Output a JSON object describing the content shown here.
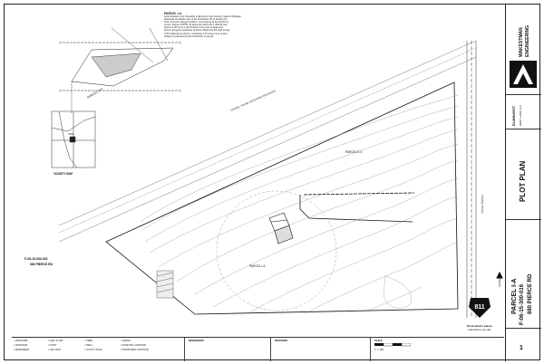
{
  "legal_description": {
    "heading": "PARCEL I-A",
    "lines": [
      "Land situated in the Township of Elmhurst, Kent County, State of Michigan,",
      "described as follows: part of the Northwest 1/4 of Section 16,",
      "Town 10 North, Range 10 West, commencing at the North 1/4",
      "corner; thence S 89°57' W along the North line 1,056.62 feet;",
      "thence S 00°12' E 1,120.33 feet to the point of beginning;",
      "thence along the centerline of Pierce Road and the right of way",
      "of the Railroad as shown; containing 4.76 acres more or less.",
      "Subject to easements and restrictions of record."
    ]
  },
  "firm": {
    "name_line1": "WAKESTMAN",
    "name_line2": "ENGINEERING"
  },
  "title_block": {
    "project": "ELMHURST",
    "client_line": "KENT LAND LLC",
    "drawing_title": "PLOT PLAN",
    "parcel_title": "PARCEL I-A",
    "parcel_id": "F-06-15-300-016",
    "address": "880 PIERCE RD",
    "sheet_number": "1"
  },
  "labels": {
    "parcel_east": "PARCEL E-4",
    "parcel_main": "PARCEL I-A",
    "railroad": "GRAND TRUNK WESTERN RAILROAD",
    "road_vertical": "PIERCE ROAD",
    "vicinity_title": "VICINITY MAP",
    "site_label": "SITE",
    "parcel_id_note": "F-06-15-300-016",
    "parcel_addr_note": "880 PIERCE RD",
    "basis_note": "BENCHMARK",
    "revisions": "REVISIONS",
    "scale": "SCALE",
    "scale_value": "1\" = 100'"
  },
  "legend_items": [
    "= IRON PIPE",
    "= IRON ROD",
    "= MONUMENT",
    "= NAIL & CAP",
    "= POST",
    "= SET ROD",
    "= TREE",
    "= WELL",
    "= UTILITY POLE",
    "= FENCE",
    "= EXISTING CONTOUR",
    "= PROPOSED CONTOUR"
  ],
  "call_811": {
    "number": "811",
    "text": "Know what's below.",
    "sub": "Call before you dig."
  }
}
